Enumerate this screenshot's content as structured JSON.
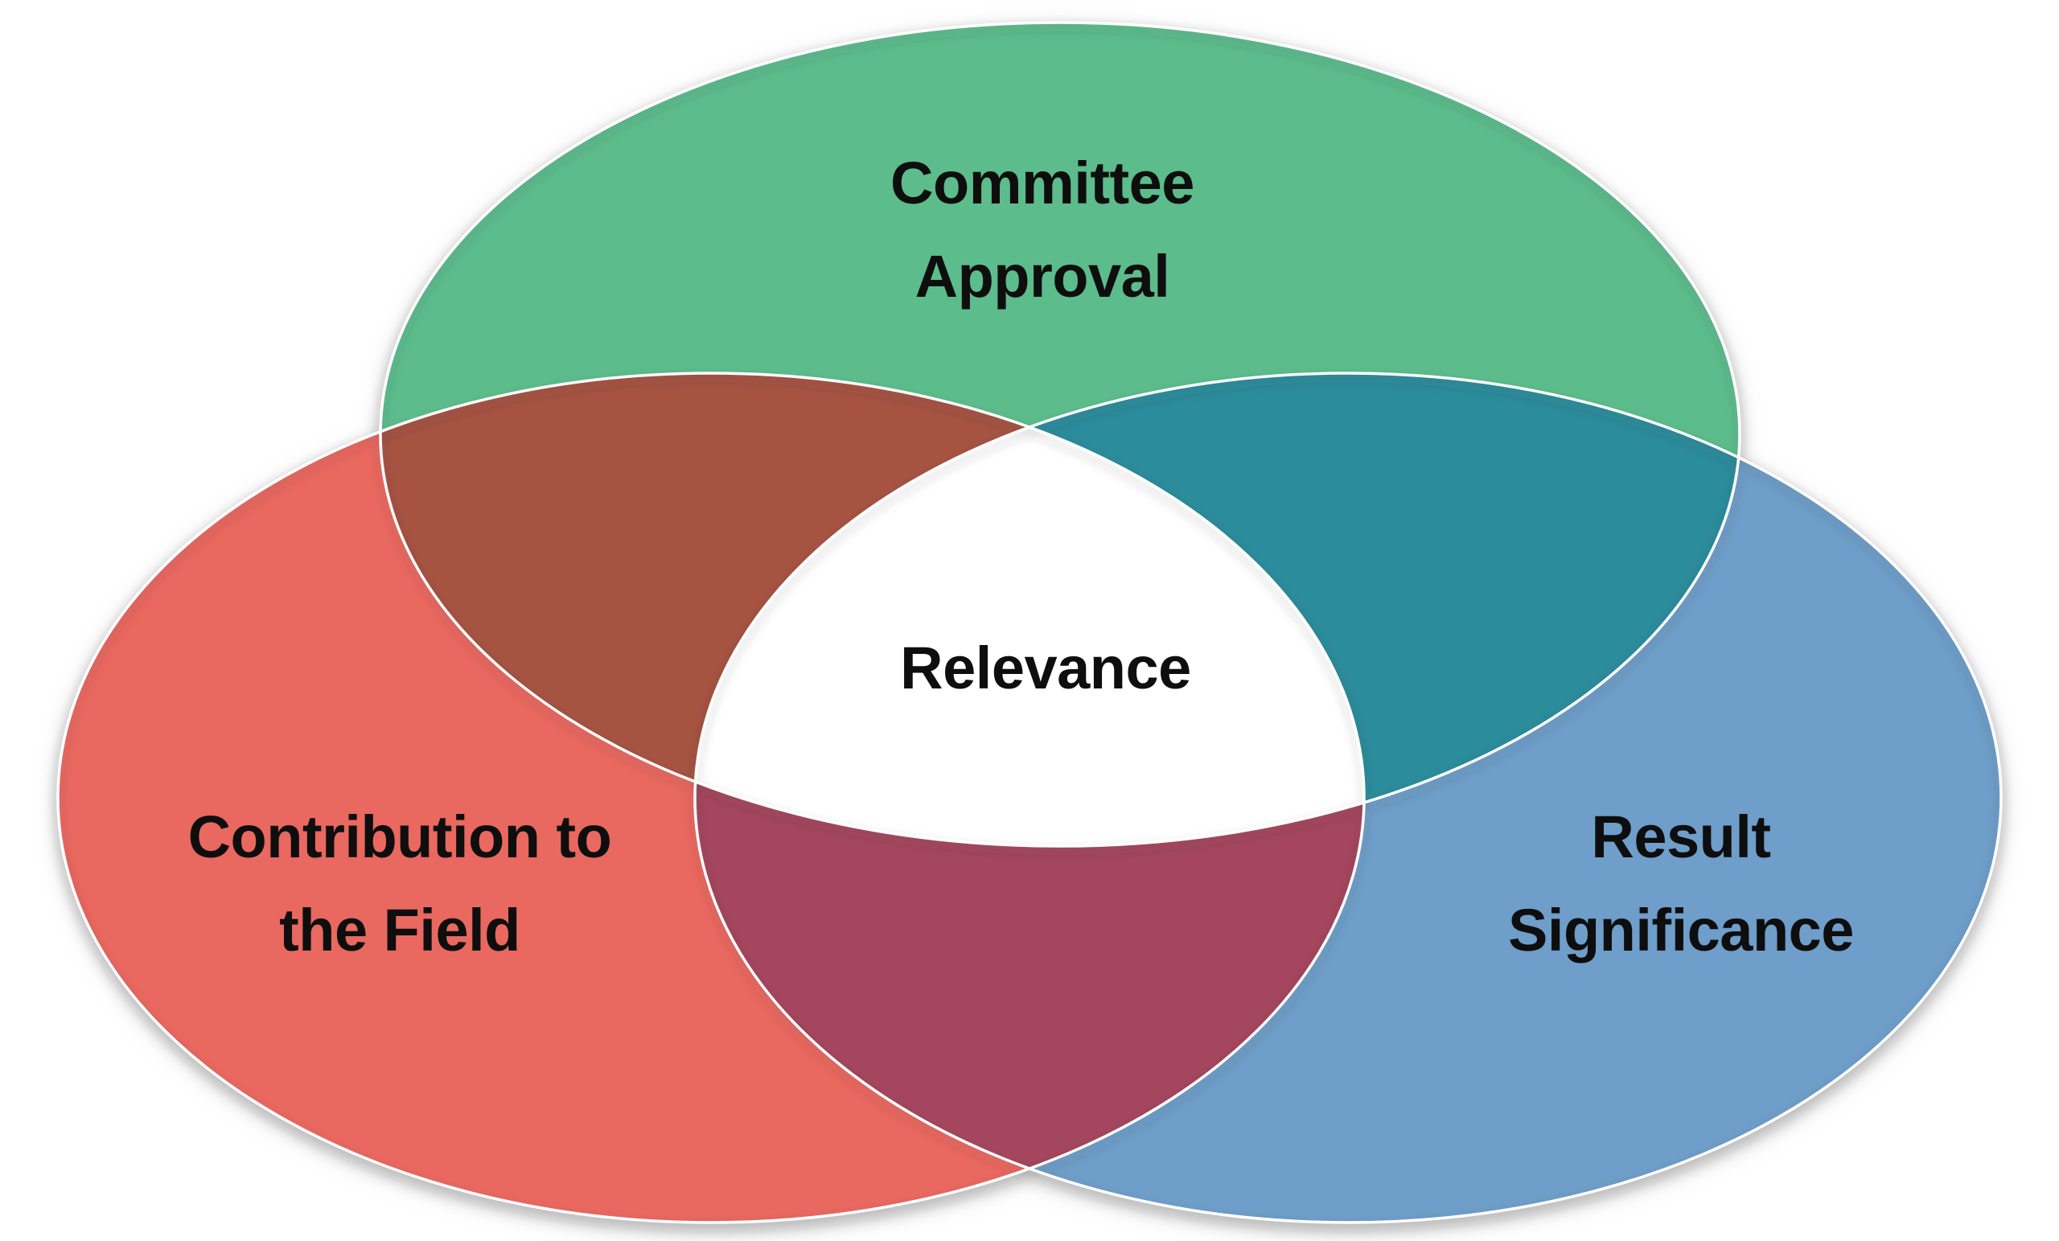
{
  "diagram": {
    "type": "venn-3",
    "background_color": "#ffffff",
    "outline_color": "#ffffff",
    "text_color": "#0e0e0e",
    "sets": [
      {
        "id": "committee-approval",
        "label": "Committee Approval",
        "lines": [
          "Committee",
          "Approval"
        ],
        "color": "#5CBC8C",
        "position": "top"
      },
      {
        "id": "contribution-to-the-field",
        "label": "Contribution to the Field",
        "lines": [
          "Contribution to",
          "the Field"
        ],
        "color": "#E96861",
        "position": "bottom-left"
      },
      {
        "id": "result-significance",
        "label": "Result Significance",
        "lines": [
          "Result",
          "Significance"
        ],
        "color": "#6E9EC9",
        "position": "bottom-right"
      }
    ],
    "overlaps": {
      "committee_contribution": {
        "color": "#A65342"
      },
      "committee_result": {
        "color": "#2B8C9C"
      },
      "contribution_result": {
        "color": "#A4465E"
      },
      "center": {
        "label": "Relevance",
        "color": "#ffffff"
      }
    }
  }
}
